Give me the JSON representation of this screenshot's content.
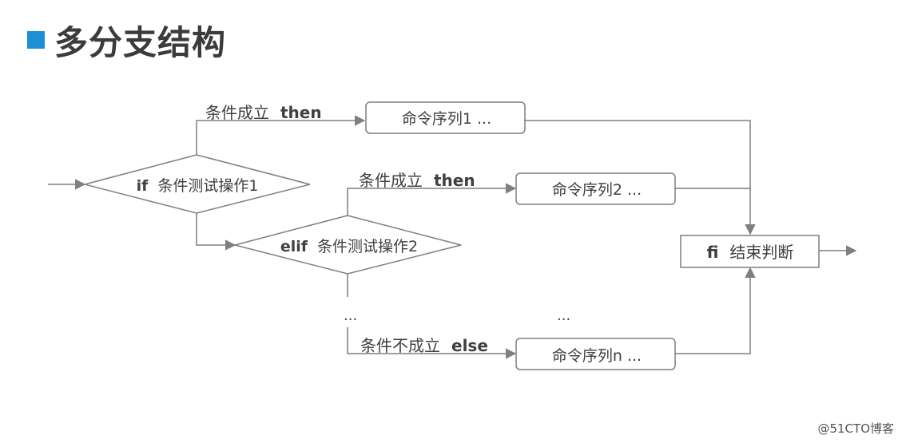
{
  "title": "多分支结构",
  "colors": {
    "accent": "#1e8fd6",
    "line": "#7f7f7f",
    "text": "#404040"
  },
  "diagram": {
    "decision1": {
      "keyword": "if",
      "text": "条件测试操作1"
    },
    "decision2": {
      "keyword": "elif",
      "text": "条件测试操作2"
    },
    "branch1": {
      "text": "条件成立",
      "keyword": "then"
    },
    "branch2": {
      "text": "条件成立",
      "keyword": "then"
    },
    "branch_else": {
      "text": "条件不成立",
      "keyword": "else"
    },
    "cmd1": "命令序列1 ...",
    "cmd2": "命令序列2 ...",
    "cmdn": "命令序列n ...",
    "end": {
      "keyword": "fi",
      "text": "结束判断"
    },
    "ellipsis_left": "...",
    "ellipsis_mid": "..."
  },
  "watermark": "@51CTO博客"
}
